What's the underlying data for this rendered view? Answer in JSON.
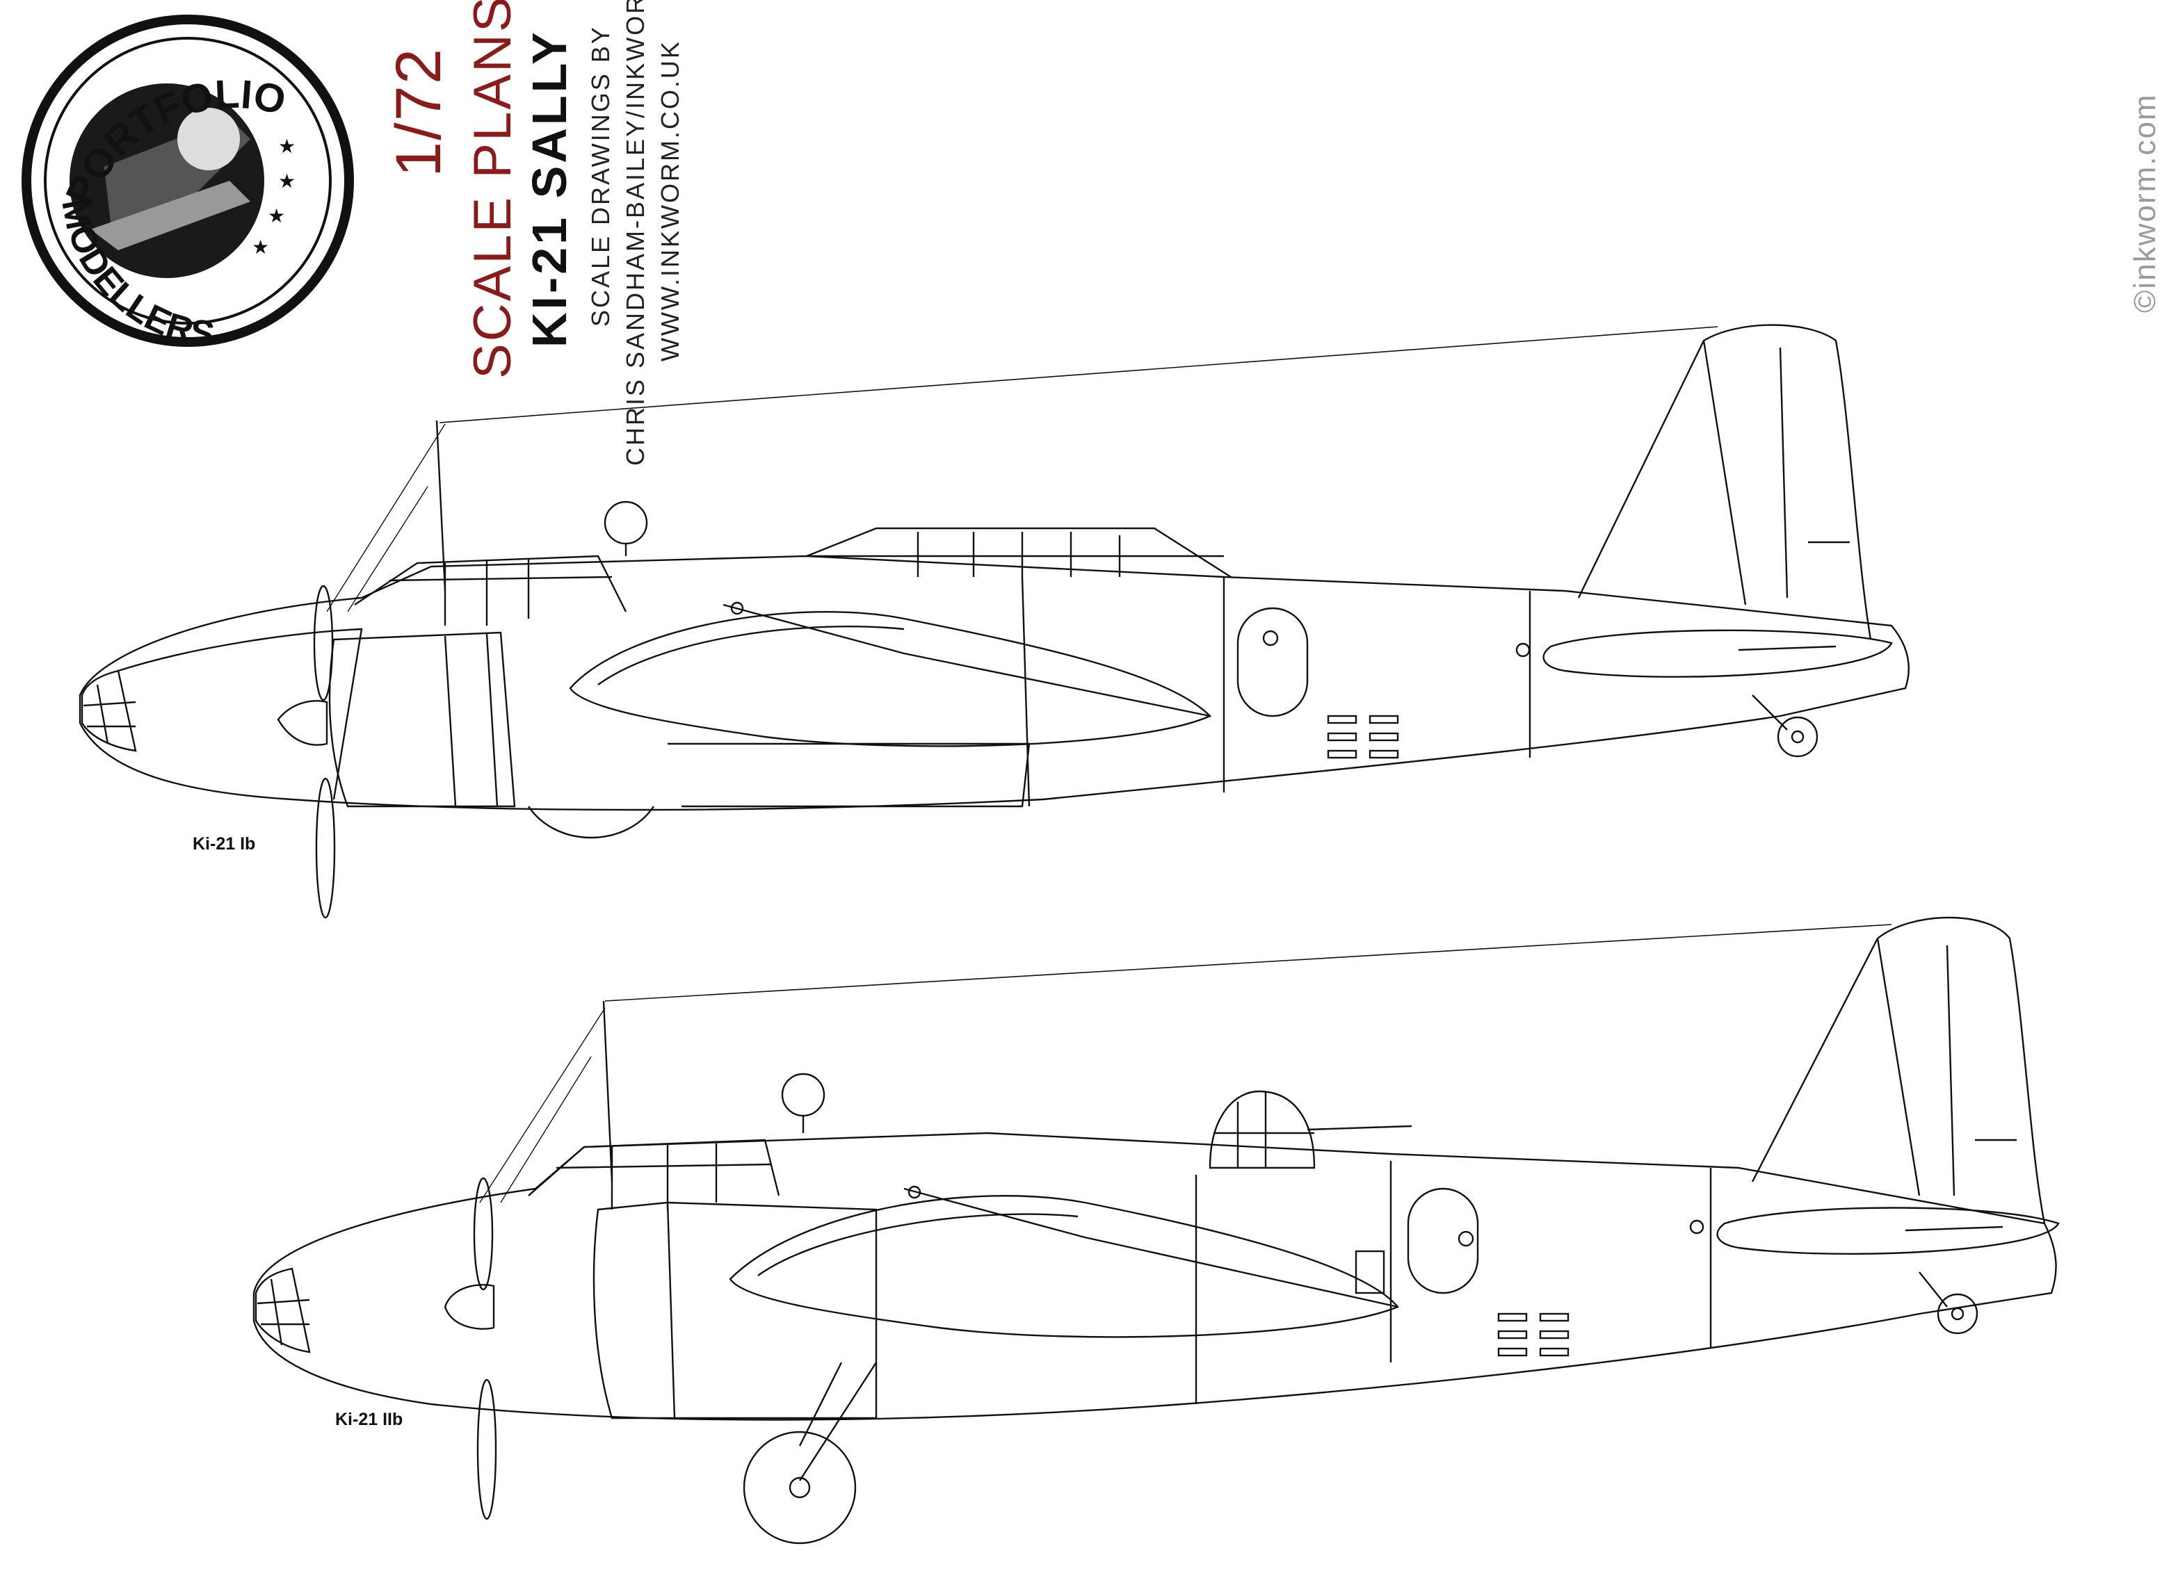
{
  "document": {
    "scale": "1/72",
    "subtitle": "SCALE PLANS",
    "title": "KI-21 SALLY",
    "credit_line1": "SCALE DRAWINGS BY",
    "credit_line2": "CHRIS SANDHAM-BAILEY/INKWORM",
    "credit_line3": "WWW.INKWORM.CO.UK",
    "copyright": "©inkworm.com"
  },
  "logo": {
    "top_text": "PORTFOLIO",
    "bottom_text": "MODELLERS"
  },
  "drawings": [
    {
      "label": "Ki-21 Ib"
    },
    {
      "label": "Ki-21 IIb"
    }
  ],
  "colors": {
    "accent": "#8b1a1a",
    "ink": "#111111",
    "watermark": "#9a9a9a"
  }
}
